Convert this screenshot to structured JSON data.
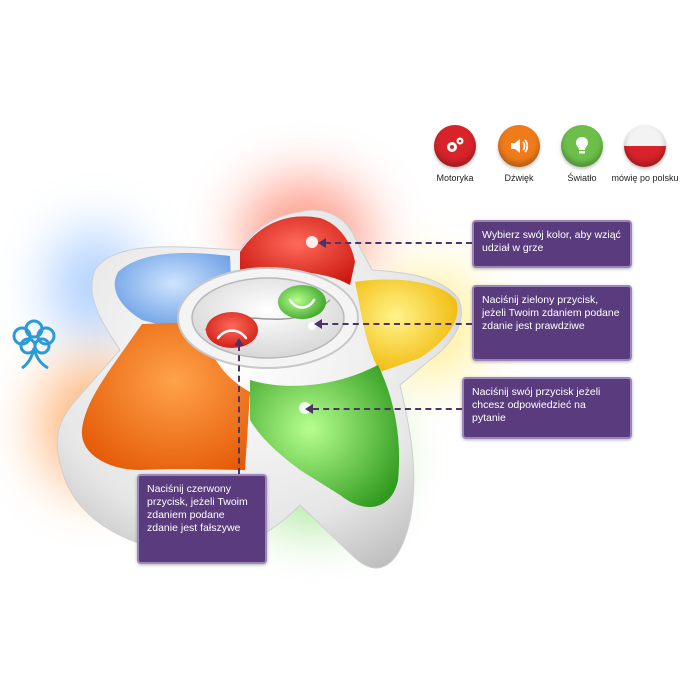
{
  "features": [
    {
      "label": "Motoryka",
      "icon": "gears-icon",
      "color": "#d8232a"
    },
    {
      "label": "Dźwięk",
      "icon": "speaker-icon",
      "color": "#f07b1a"
    },
    {
      "label": "Światło",
      "icon": "lightbulb-icon",
      "color": "#6cc04a"
    },
    {
      "label": "mówię po polsku",
      "icon": "polish-flag-icon",
      "color": "#d8232a"
    }
  ],
  "callouts": {
    "choose_color": "Wybierz swój kolor, aby wziąć udział w grze",
    "green_button": "Naciśnij zielony przycisk, jeżeli Twoim zdaniem podane zdanie jest prawdziwe",
    "own_button": "Naciśnij swój przycisk jeżeli chcesz odpowiedzieć na pytanie",
    "red_button": "Naciśnij czerwony przycisk, jeżeli Twoim zdaniem podane zdanie jest fałszywe"
  },
  "colors": {
    "callout_bg": "#5a3c7e",
    "star_red": "#e1261c",
    "star_yellow": "#ffd21f",
    "star_green": "#4cb734",
    "star_orange": "#f07014",
    "star_blue": "#6fa8e6"
  }
}
